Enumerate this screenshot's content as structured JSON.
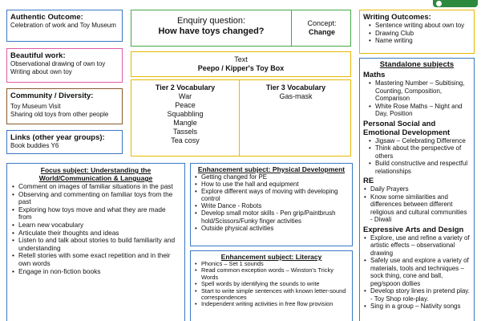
{
  "authentic": {
    "title": "Authentic Outcome:",
    "lines": [
      "Celebration of work and Toy Museum"
    ]
  },
  "beautiful": {
    "title": "Beautiful work:",
    "lines": [
      "Observational drawing of own toy",
      "Writing about own toy"
    ]
  },
  "community": {
    "title": "Community / Diversity:",
    "lines": [
      "Toy Museum Visit",
      "Sharing old toys from other people"
    ]
  },
  "links": {
    "title": "Links (other year groups):",
    "lines": [
      "Book buddies Y6"
    ]
  },
  "enquiry": {
    "label": "Enquiry question:",
    "question": "How have toys changed?"
  },
  "concept": {
    "label": "Concept:",
    "value": "Change"
  },
  "text_box": {
    "label": "Text",
    "value": "Peepo / Kipper's Toy Box"
  },
  "tier2": {
    "title": "Tier 2 Vocabulary",
    "words": [
      "War",
      "Peace",
      "Squabbling",
      "Mangle",
      "Tassels",
      "Tea cosy"
    ]
  },
  "tier3": {
    "title": "Tier 3 Vocabulary",
    "words": [
      "Gas-mask"
    ]
  },
  "writing": {
    "title": "Writing Outcomes:",
    "items": [
      "Sentence writing about own toy",
      "Drawing Club",
      "Name writing"
    ]
  },
  "standalone": {
    "title": "Standalone subjects",
    "maths": {
      "title": "Maths",
      "items": [
        "Mastering Number – Subitising, Counting, Composition, Comparison",
        "White Rose Maths – Night and Day, Position"
      ]
    },
    "pshe": {
      "title": "Personal Social and Emotional Development",
      "items": [
        "Jigsaw – Celebrating Difference",
        "Think about the perspective of others",
        "Build constructive and respectful relationships"
      ]
    },
    "re": {
      "title": "RE",
      "items": [
        "Daily Prayers",
        "Know some similarities and differences between different religious and cultural communities - Diwali"
      ]
    },
    "ead": {
      "title": "Expressive Arts and Design",
      "items": [
        "Explore, use and refine a variety of artistic effects – observational drawing",
        "Safely use and explore a variety of materials, tools and techniques – sock thing, cone and ball, peg/spoon dollies",
        "Develop story lines in pretend play. - Toy Shop role-play.",
        "Sing in a group – Nativity songs"
      ]
    }
  },
  "focus": {
    "title": "Focus subject: Understanding the World/Communication & Language",
    "items": [
      "Comment on images of familiar situations in the past",
      "Observing and commenting on familiar toys from the past",
      "Exploring how toys move and what they are made from",
      "Learn new vocabulary",
      "Articulate their thoughts and ideas",
      "Listen to and talk about stories to build familiarity and understanding",
      "Retell stories with some exact repetition and in their own words",
      "Engage in non-fiction books"
    ]
  },
  "physical": {
    "title": "Enhancement subject: Physical Development",
    "items": [
      "Getting changed for PE",
      "How to use the hall and equipment",
      "Explore different ways of moving with developing control",
      "Write Dance - Robots",
      "Develop small motor skills - Pen grip/Paintbrush hold/Scissors/Funky finger activities",
      "Outside physical activities"
    ]
  },
  "literacy": {
    "title": "Enhancement subject: Literacy",
    "items": [
      "Phonics – Set 1 sounds",
      "Read common exception words – Winston's Tricky Words",
      "Spell words by identifying the sounds to write",
      "Start to write simple sentences with known letter-sound correspondences",
      "Independent writing activities in free flow provision"
    ]
  }
}
